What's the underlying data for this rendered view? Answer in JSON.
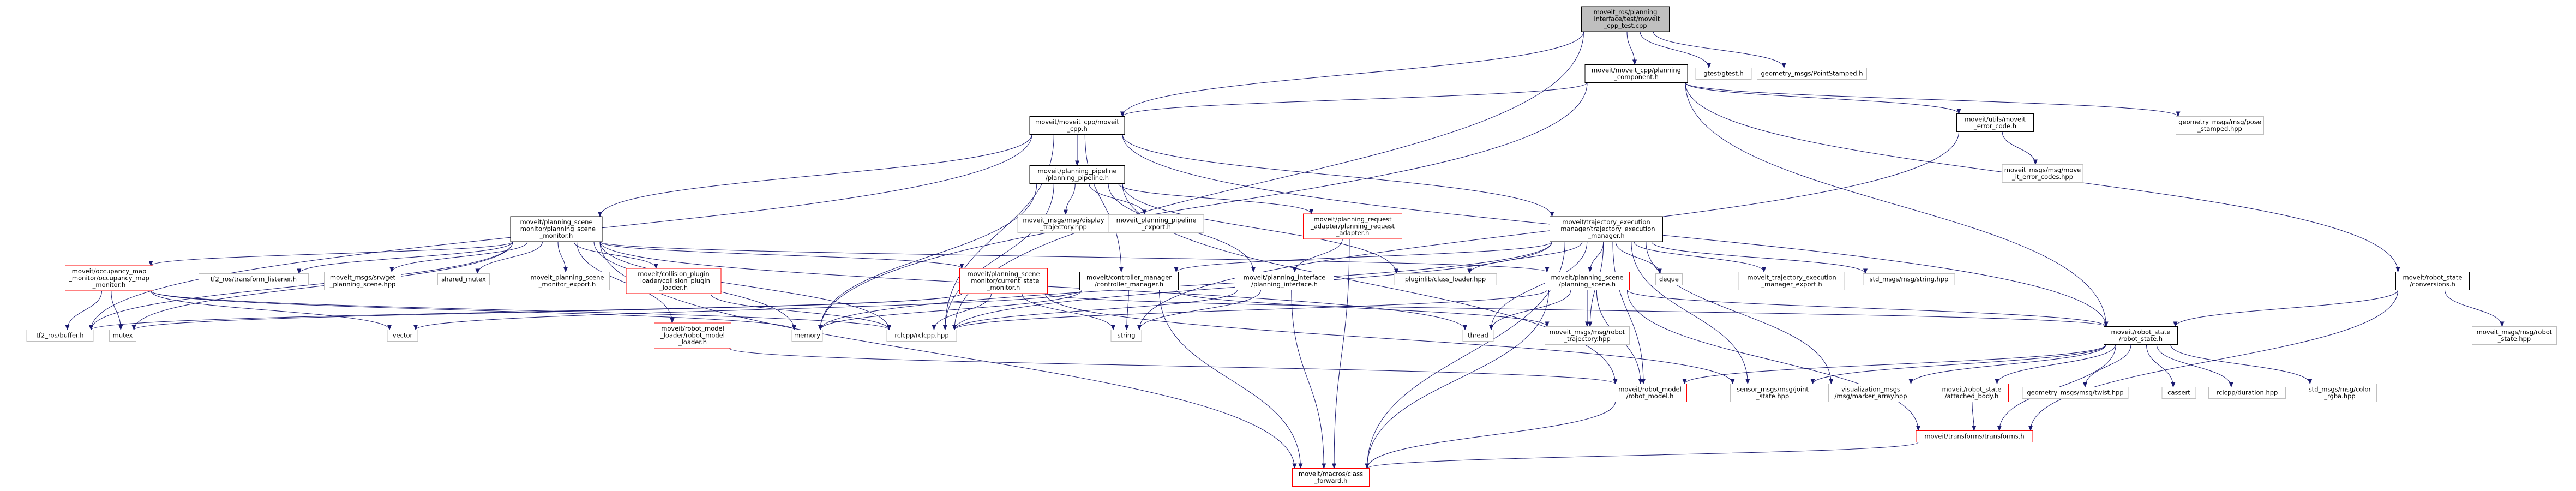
{
  "diagram": {
    "node_style": {
      "root_fill": "#bfbfbf",
      "border_default": "#000000",
      "border_external": "#bfbfbf",
      "border_incomplete": "#ff0000",
      "edge_color": "#191970"
    },
    "nodes": [
      {
        "id": "root",
        "lines": [
          "moveit_ros/planning",
          "_interface/test/moveit",
          "_cpp_test.cpp"
        ],
        "kind": "root"
      },
      {
        "id": "mcpp_pc",
        "lines": [
          "moveit/moveit_cpp/planning",
          "_component.h"
        ],
        "kind": "normal"
      },
      {
        "id": "gtest",
        "lines": [
          "gtest/gtest.h"
        ],
        "kind": "external"
      },
      {
        "id": "gm_point",
        "lines": [
          "geometry_msgs/PointStamped.h"
        ],
        "kind": "external"
      },
      {
        "id": "mcpp",
        "lines": [
          "moveit/moveit_cpp/moveit",
          "_cpp.h"
        ],
        "kind": "normal"
      },
      {
        "id": "moveit_error",
        "lines": [
          "moveit/utils/moveit",
          "_error_code.h"
        ],
        "kind": "normal"
      },
      {
        "id": "gm_pose",
        "lines": [
          "geometry_msgs/msg/pose",
          "_stamped.hpp"
        ],
        "kind": "external"
      },
      {
        "id": "moveit_codes",
        "lines": [
          "moveit_msgs/msg/move",
          "_it_error_codes.hpp"
        ],
        "kind": "external"
      },
      {
        "id": "pp",
        "lines": [
          "moveit/planning_pipeline",
          "/planning_pipeline.h"
        ],
        "kind": "normal"
      },
      {
        "id": "psm",
        "lines": [
          "moveit/planning_scene",
          "_monitor/planning_scene",
          "_monitor.h"
        ],
        "kind": "normal"
      },
      {
        "id": "mm_display",
        "lines": [
          "moveit_msgs/msg/display",
          "_trajectory.hpp"
        ],
        "kind": "external"
      },
      {
        "id": "pp_export",
        "lines": [
          "moveit_planning_pipeline",
          "_export.h"
        ],
        "kind": "external"
      },
      {
        "id": "pra",
        "lines": [
          "moveit/planning_request",
          "_adapter/planning_request",
          "_adapter.h"
        ],
        "kind": "incomplete"
      },
      {
        "id": "tem",
        "lines": [
          "moveit/trajectory_execution",
          "_manager/trajectory_execution",
          "_manager.h"
        ],
        "kind": "normal"
      },
      {
        "id": "rsc",
        "lines": [
          "moveit/robot_state",
          "/conversions.h"
        ],
        "kind": "normal"
      },
      {
        "id": "occ",
        "lines": [
          "moveit/occupancy_map",
          "_monitor/occupancy_map",
          "_monitor.h"
        ],
        "kind": "incomplete"
      },
      {
        "id": "tf2_listener",
        "lines": [
          "tf2_ros/transform_listener.h"
        ],
        "kind": "external"
      },
      {
        "id": "mm_get_ps",
        "lines": [
          "moveit_msgs/srv/get",
          "_planning_scene.hpp"
        ],
        "kind": "external"
      },
      {
        "id": "shared_mutex",
        "lines": [
          "shared_mutex"
        ],
        "kind": "external"
      },
      {
        "id": "psm_export",
        "lines": [
          "moveit_planning_scene",
          "_monitor_export.h"
        ],
        "kind": "external"
      },
      {
        "id": "coll_loader",
        "lines": [
          "moveit/collision_plugin",
          "_loader/collision_plugin",
          "_loader.h"
        ],
        "kind": "incomplete"
      },
      {
        "id": "csm",
        "lines": [
          "moveit/planning_scene",
          "_monitor/current_state",
          "_monitor.h"
        ],
        "kind": "incomplete"
      },
      {
        "id": "ctrl_mgr",
        "lines": [
          "moveit/controller_manager",
          "/controller_manager.h"
        ],
        "kind": "normal"
      },
      {
        "id": "pi",
        "lines": [
          "moveit/planning_interface",
          "/planning_interface.h"
        ],
        "kind": "incomplete"
      },
      {
        "id": "classloader",
        "lines": [
          "pluginlib/class_loader.hpp"
        ],
        "kind": "external"
      },
      {
        "id": "ps",
        "lines": [
          "moveit/planning_scene",
          "/planning_scene.h"
        ],
        "kind": "incomplete"
      },
      {
        "id": "deque",
        "lines": [
          "deque"
        ],
        "kind": "external"
      },
      {
        "id": "te_export",
        "lines": [
          "moveit_trajectory_execution",
          "_manager_export.h"
        ],
        "kind": "external"
      },
      {
        "id": "std_string",
        "lines": [
          "std_msgs/msg/string.hpp"
        ],
        "kind": "external"
      },
      {
        "id": "mm_robot_state",
        "lines": [
          "moveit_msgs/msg/robot",
          "_state.hpp"
        ],
        "kind": "external"
      },
      {
        "id": "tf2_buffer",
        "lines": [
          "tf2_ros/buffer.h"
        ],
        "kind": "external"
      },
      {
        "id": "mutex",
        "lines": [
          "mutex"
        ],
        "kind": "external"
      },
      {
        "id": "vector",
        "lines": [
          "vector"
        ],
        "kind": "external"
      },
      {
        "id": "rml_loader",
        "lines": [
          "moveit/robot_model",
          "_loader/robot_model",
          "_loader.h"
        ],
        "kind": "incomplete"
      },
      {
        "id": "memory",
        "lines": [
          "memory"
        ],
        "kind": "external"
      },
      {
        "id": "rclcpp",
        "lines": [
          "rclcpp/rclcpp.hpp"
        ],
        "kind": "external"
      },
      {
        "id": "string",
        "lines": [
          "string"
        ],
        "kind": "external"
      },
      {
        "id": "thread",
        "lines": [
          "thread"
        ],
        "kind": "external"
      },
      {
        "id": "mm_robot_traj",
        "lines": [
          "moveit_msgs/msg/robot",
          "_trajectory.hpp"
        ],
        "kind": "external"
      },
      {
        "id": "rs",
        "lines": [
          "moveit/robot_state",
          "/robot_state.h"
        ],
        "kind": "normal"
      },
      {
        "id": "sm_joint",
        "lines": [
          "sensor_msgs/msg/joint",
          "_state.hpp"
        ],
        "kind": "external"
      },
      {
        "id": "vm_marker",
        "lines": [
          "visualization_msgs",
          "/msg/marker_array.hpp"
        ],
        "kind": "external"
      },
      {
        "id": "rs_attached",
        "lines": [
          "moveit/robot_state",
          "/attached_body.h"
        ],
        "kind": "incomplete"
      },
      {
        "id": "gm_twist",
        "lines": [
          "geometry_msgs/msg/twist.hpp"
        ],
        "kind": "external"
      },
      {
        "id": "cassert",
        "lines": [
          "cassert"
        ],
        "kind": "external"
      },
      {
        "id": "rclcpp_duration",
        "lines": [
          "rclcpp/duration.hpp"
        ],
        "kind": "external"
      },
      {
        "id": "std_color",
        "lines": [
          "std_msgs/msg/color",
          "_rgba.hpp"
        ],
        "kind": "external"
      },
      {
        "id": "rm",
        "lines": [
          "moveit/robot_model",
          "/robot_model.h"
        ],
        "kind": "incomplete"
      },
      {
        "id": "transforms",
        "lines": [
          "moveit/transforms/transforms.h"
        ],
        "kind": "incomplete"
      },
      {
        "id": "macros",
        "lines": [
          "moveit/macros/class",
          "_forward.h"
        ],
        "kind": "incomplete"
      }
    ],
    "edges": [
      [
        "root",
        "mcpp_pc"
      ],
      [
        "root",
        "gtest"
      ],
      [
        "root",
        "gm_point"
      ],
      [
        "root",
        "mcpp"
      ],
      [
        "root",
        "rclcpp"
      ],
      [
        "mcpp_pc",
        "mcpp"
      ],
      [
        "mcpp_pc",
        "moveit_error"
      ],
      [
        "mcpp_pc",
        "gm_pose"
      ],
      [
        "mcpp_pc",
        "rsc"
      ],
      [
        "mcpp_pc",
        "rs"
      ],
      [
        "mcpp_pc",
        "memory"
      ],
      [
        "moveit_error",
        "moveit_codes"
      ],
      [
        "moveit_error",
        "string"
      ],
      [
        "mcpp",
        "pp"
      ],
      [
        "mcpp",
        "psm"
      ],
      [
        "mcpp",
        "tem"
      ],
      [
        "mcpp",
        "rs"
      ],
      [
        "mcpp",
        "rclcpp"
      ],
      [
        "mcpp",
        "ctrl_mgr"
      ],
      [
        "mcpp",
        "tf2_buffer"
      ],
      [
        "pp",
        "mm_display"
      ],
      [
        "pp",
        "pp_export"
      ],
      [
        "pp",
        "pra"
      ],
      [
        "pp",
        "pi"
      ],
      [
        "pp",
        "classloader"
      ],
      [
        "pp",
        "rclcpp"
      ],
      [
        "pp",
        "memory"
      ],
      [
        "pp",
        "rm"
      ],
      [
        "pra",
        "pi"
      ],
      [
        "pra",
        "macros"
      ],
      [
        "psm",
        "occ"
      ],
      [
        "psm",
        "tf2_listener"
      ],
      [
        "psm",
        "mm_get_ps"
      ],
      [
        "psm",
        "shared_mutex"
      ],
      [
        "psm",
        "psm_export"
      ],
      [
        "psm",
        "coll_loader"
      ],
      [
        "psm",
        "csm"
      ],
      [
        "psm",
        "ps"
      ],
      [
        "psm",
        "rml_loader"
      ],
      [
        "psm",
        "tf2_buffer"
      ],
      [
        "psm",
        "mutex"
      ],
      [
        "psm",
        "thread"
      ],
      [
        "psm",
        "rclcpp"
      ],
      [
        "psm",
        "memory"
      ],
      [
        "psm",
        "macros"
      ],
      [
        "occ",
        "tf2_buffer"
      ],
      [
        "occ",
        "mutex"
      ],
      [
        "occ",
        "vector"
      ],
      [
        "occ",
        "memory"
      ],
      [
        "occ",
        "rclcpp"
      ],
      [
        "coll_loader",
        "rclcpp"
      ],
      [
        "csm",
        "tf2_buffer"
      ],
      [
        "csm",
        "mutex"
      ],
      [
        "csm",
        "rs"
      ],
      [
        "csm",
        "sm_joint"
      ],
      [
        "csm",
        "string"
      ],
      [
        "csm",
        "rclcpp"
      ],
      [
        "rml_loader",
        "rm"
      ],
      [
        "tem",
        "ctrl_mgr"
      ],
      [
        "tem",
        "ps"
      ],
      [
        "tem",
        "classloader"
      ],
      [
        "tem",
        "deque"
      ],
      [
        "tem",
        "te_export"
      ],
      [
        "tem",
        "std_string"
      ],
      [
        "tem",
        "mm_robot_traj"
      ],
      [
        "tem",
        "rclcpp"
      ],
      [
        "tem",
        "memory"
      ],
      [
        "tem",
        "thread"
      ],
      [
        "tem",
        "rm"
      ],
      [
        "tem",
        "vm_marker"
      ],
      [
        "tem",
        "sm_joint"
      ],
      [
        "tem",
        "macros"
      ],
      [
        "ctrl_mgr",
        "vector"
      ],
      [
        "ctrl_mgr",
        "string"
      ],
      [
        "ctrl_mgr",
        "memory"
      ],
      [
        "ctrl_mgr",
        "mm_robot_traj"
      ],
      [
        "ctrl_mgr",
        "macros"
      ],
      [
        "pi",
        "string"
      ],
      [
        "pi",
        "rclcpp"
      ],
      [
        "pi",
        "macros"
      ],
      [
        "ps",
        "rs"
      ],
      [
        "ps",
        "rclcpp"
      ],
      [
        "ps",
        "thread"
      ],
      [
        "ps",
        "mm_robot_traj"
      ],
      [
        "ps",
        "rm"
      ],
      [
        "ps",
        "transforms"
      ],
      [
        "ps",
        "macros"
      ],
      [
        "rsc",
        "rs"
      ],
      [
        "rsc",
        "mm_robot_state"
      ],
      [
        "rsc",
        "transforms"
      ],
      [
        "rs",
        "rm"
      ],
      [
        "rs",
        "rs_attached"
      ],
      [
        "rs",
        "sm_joint"
      ],
      [
        "rs",
        "vm_marker"
      ],
      [
        "rs",
        "gm_twist"
      ],
      [
        "rs",
        "cassert"
      ],
      [
        "rs",
        "rclcpp_duration"
      ],
      [
        "rs",
        "std_color"
      ],
      [
        "rs",
        "transforms"
      ],
      [
        "rs_attached",
        "transforms"
      ],
      [
        "rm",
        "macros"
      ],
      [
        "transforms",
        "macros"
      ]
    ]
  }
}
